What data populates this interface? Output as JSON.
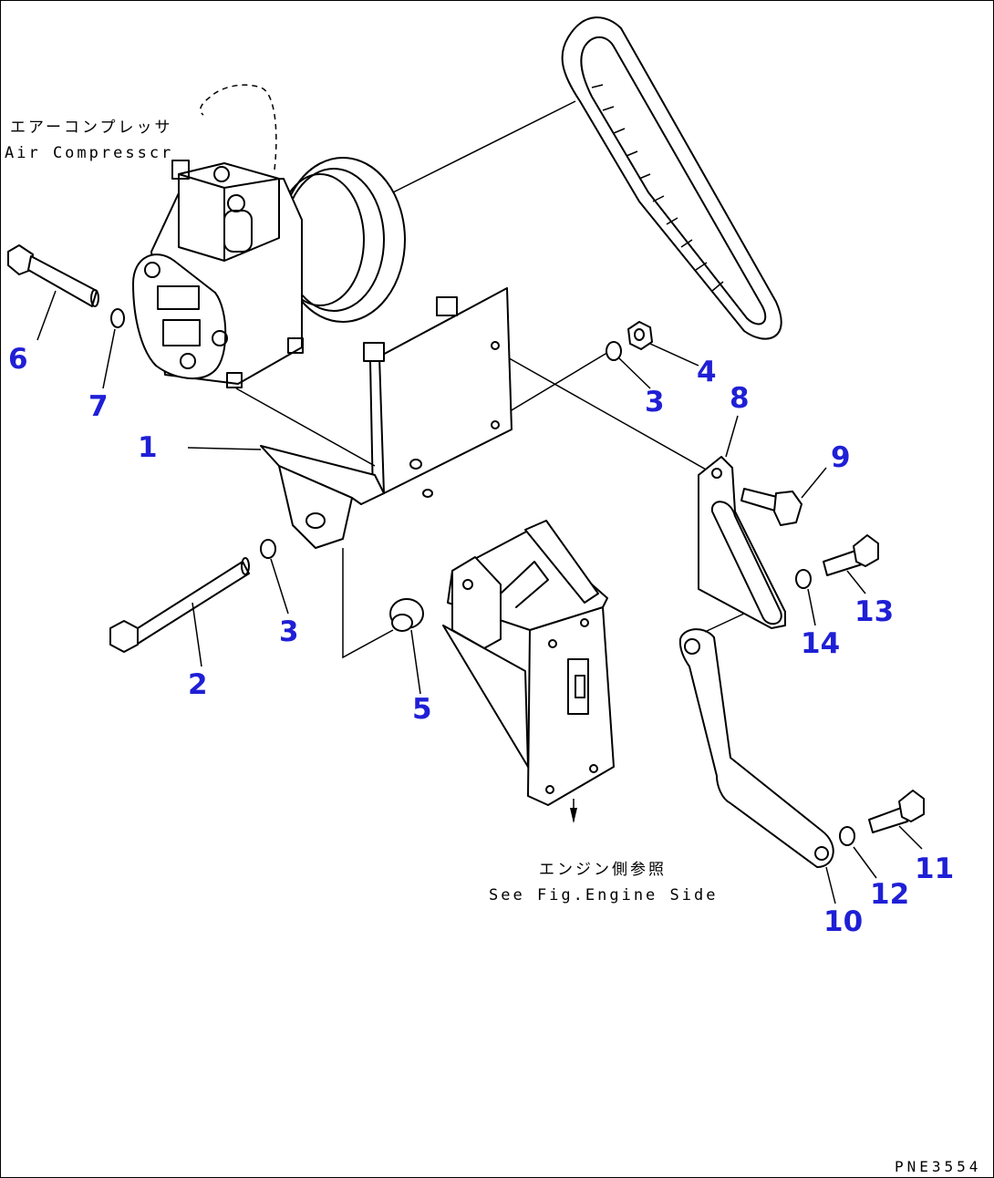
{
  "labels": {
    "compressor_jp": "エアーコンプレッサ",
    "compressor_en": "Air Compresscr",
    "engine_side_jp": "エンジン側参照",
    "engine_side_en": "See Fig.Engine Side",
    "figure_code": "PNE3554"
  },
  "callouts": [
    "1",
    "2",
    "3",
    "3",
    "4",
    "5",
    "6",
    "7",
    "8",
    "9",
    "10",
    "11",
    "12",
    "13",
    "14"
  ],
  "colors": {
    "callout": "#1f1fd6",
    "line": "#000000",
    "background": "#ffffff"
  }
}
